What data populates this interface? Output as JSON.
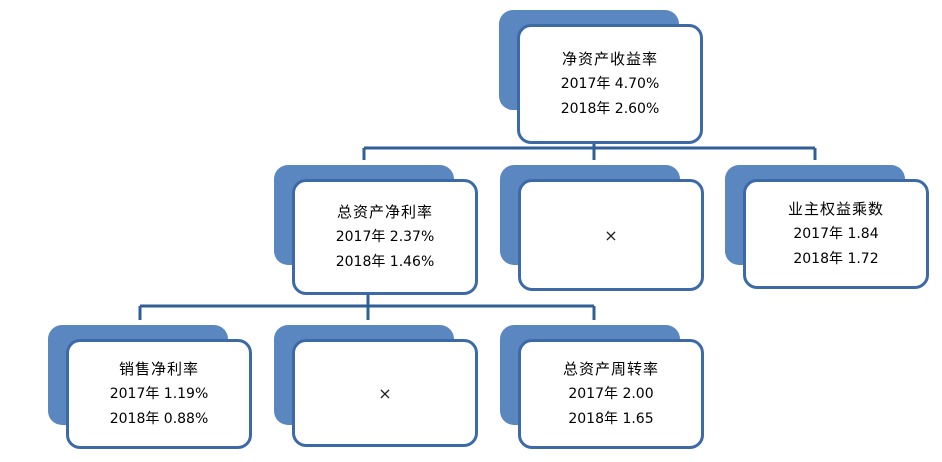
{
  "colors": {
    "shadow": "#5b87c1",
    "border": "#3d6aa6",
    "connector": "#2f5f96"
  },
  "nodes": [
    {
      "id": "roe",
      "title": "净资产收益率",
      "line1": "2017年  4.70%",
      "line2": "2018年  2.60%"
    },
    {
      "id": "roa",
      "title": "总资产净利率",
      "line1": "2017年   2.37%",
      "line2": "2018年   1.46%"
    },
    {
      "id": "op-times-1",
      "symbol": "×"
    },
    {
      "id": "equity-multiplier",
      "title": "业主权益乘数",
      "line1": "2017年  1.84",
      "line2": "2018年  1.72"
    },
    {
      "id": "net-margin",
      "title": "销售净利率",
      "line1": "2017年   1.19%",
      "line2": "2018年  0.88%"
    },
    {
      "id": "op-times-2",
      "symbol": "×"
    },
    {
      "id": "asset-turnover",
      "title": "总资产周转率",
      "line1": "2017年  2.00",
      "line2": "2018年  1.65"
    }
  ]
}
